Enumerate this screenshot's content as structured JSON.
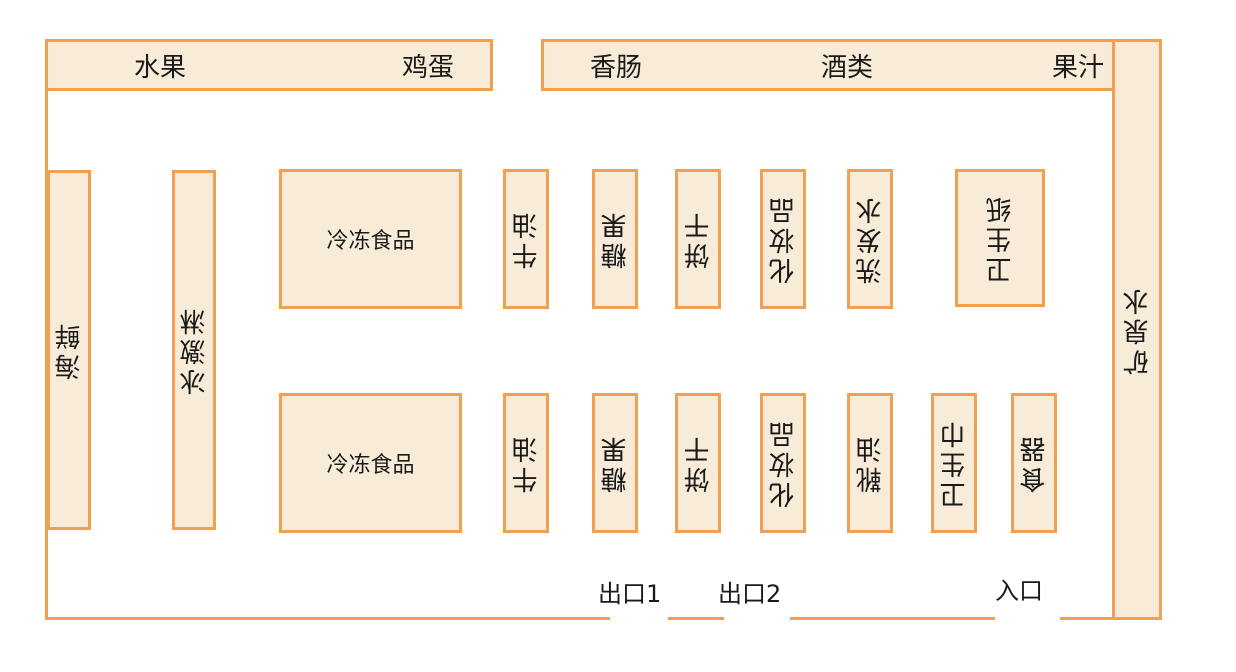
{
  "top_left": [
    "水果",
    "鸡蛋"
  ],
  "top_right": [
    "香肠",
    "酒类",
    "果汁"
  ],
  "right_col": "矿泉水",
  "left_col_1": "海鲜",
  "left_col_2": "冰激淋",
  "upper_row": {
    "frozen": "冷冻食品",
    "butter": "牛油",
    "candy": "糖果",
    "biscuit": "饼干",
    "cosmetics": "化妆品",
    "shampoo": "洗发水",
    "tissue": "卫生纸"
  },
  "lower_row": {
    "frozen": "冷冻食品",
    "butter": "牛油",
    "candy": "糖果",
    "biscuit": "饼干",
    "cosmetics": "化妆品",
    "shoe_polish": "靴油",
    "sanitary": "卫生巾",
    "tableware": "食器"
  },
  "exits": [
    "出口1",
    "出口2"
  ],
  "entrance": "入口"
}
